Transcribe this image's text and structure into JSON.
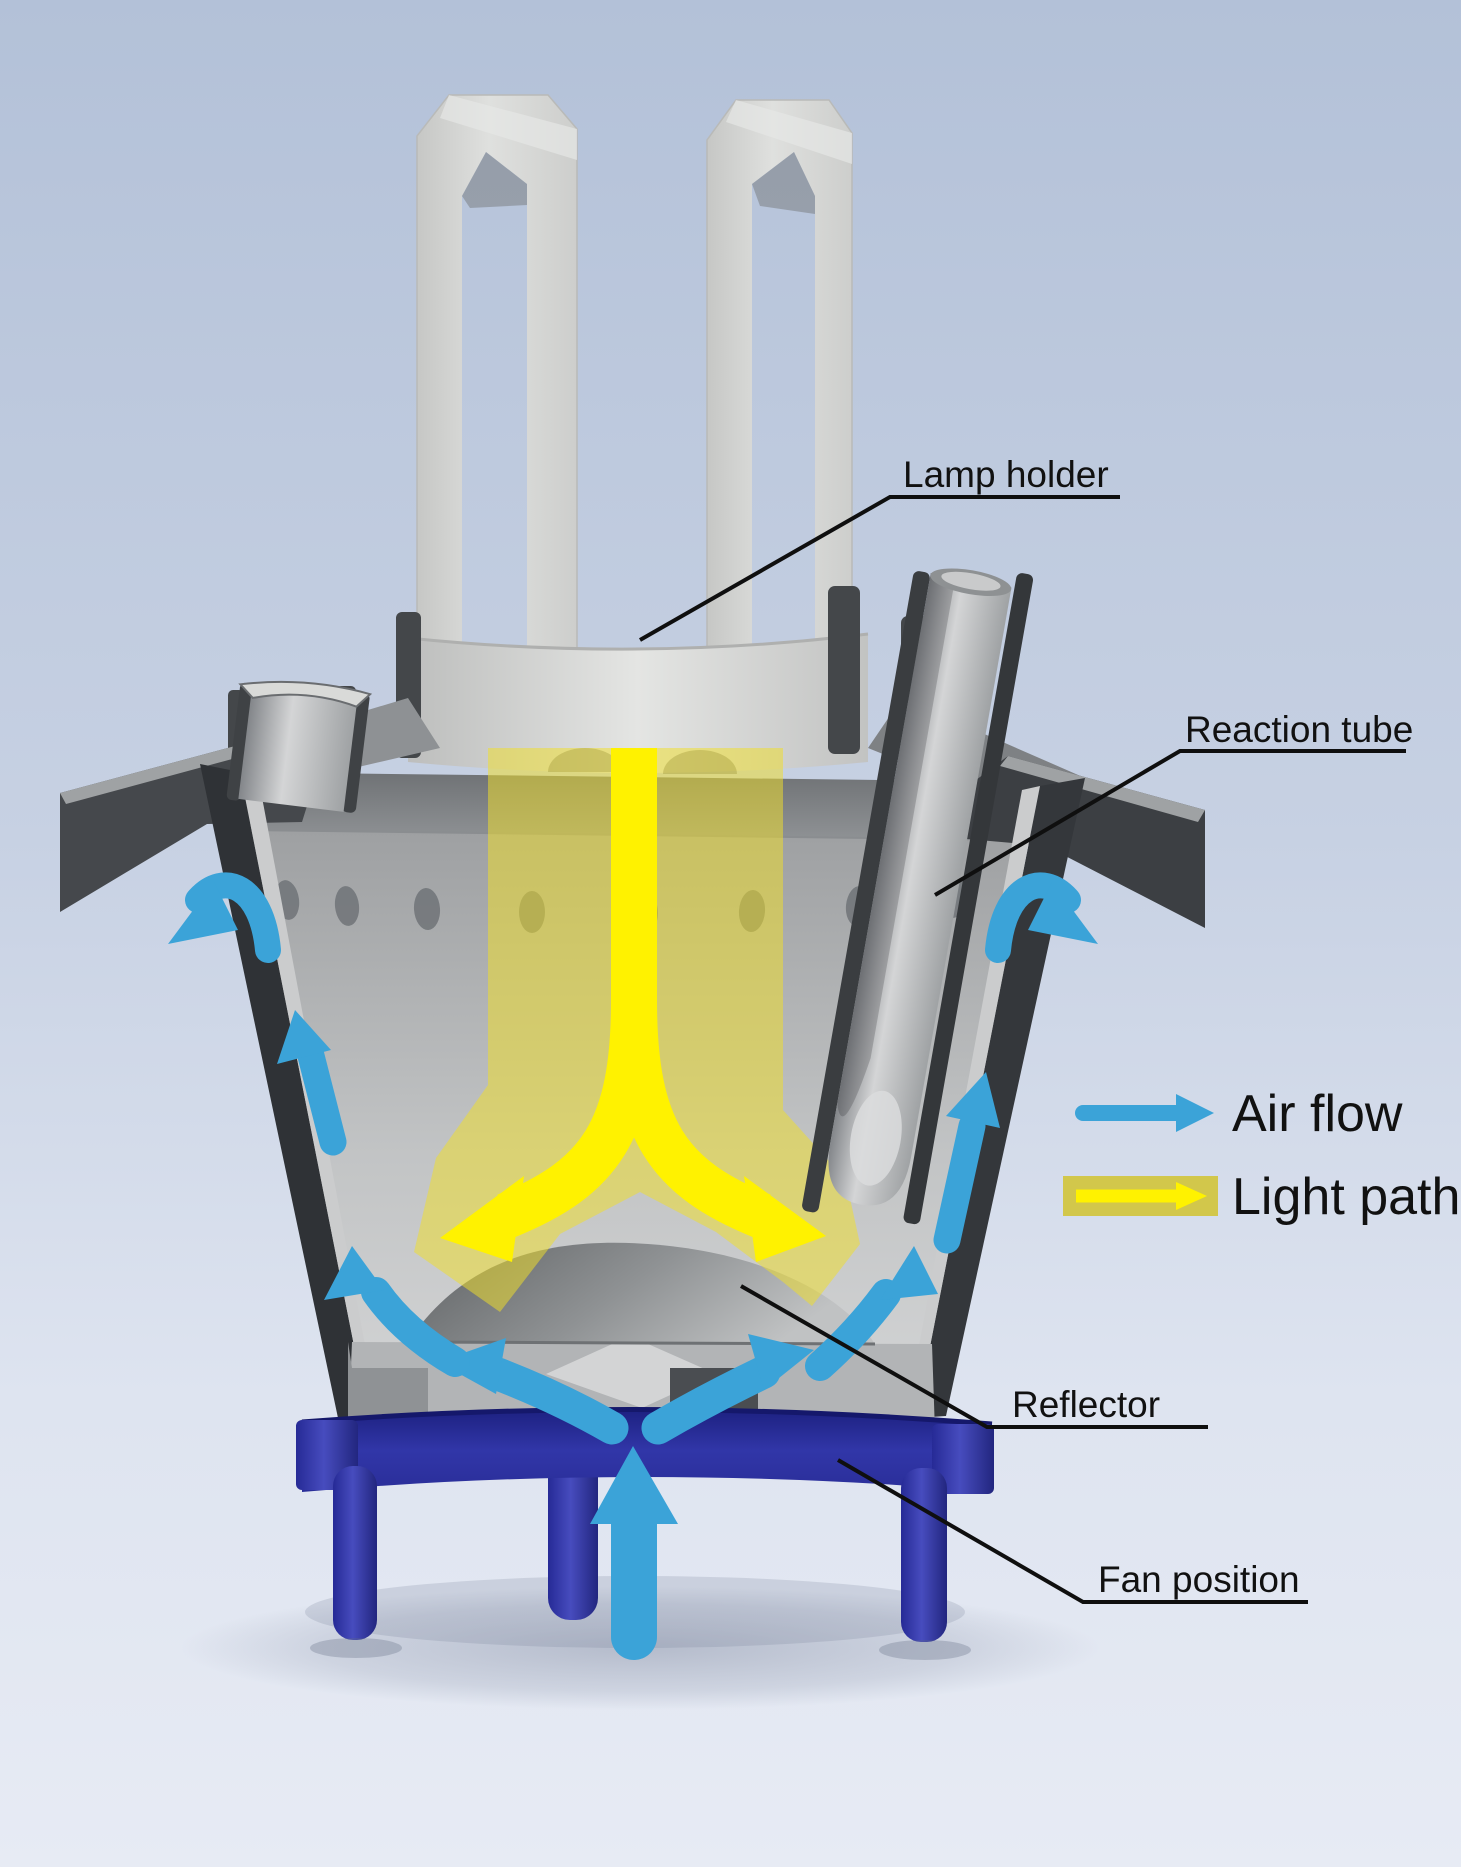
{
  "labels": {
    "lamp_holder": "Lamp holder",
    "reaction_tube": "Reaction tube",
    "reflector": "Reflector",
    "fan_position": "Fan position"
  },
  "legend": {
    "air_flow": "Air flow",
    "light_path": "Light path"
  },
  "colors": {
    "air_flow_blue": "#3BA3D8",
    "light_path_yellow": "#FFF200",
    "light_beam_translucent": "#EFDF2B",
    "fan_base_navy": "#3136A8",
    "background_top": "#B3C1D8",
    "background_bottom": "#E7EBF4",
    "label_text": "#111111"
  }
}
